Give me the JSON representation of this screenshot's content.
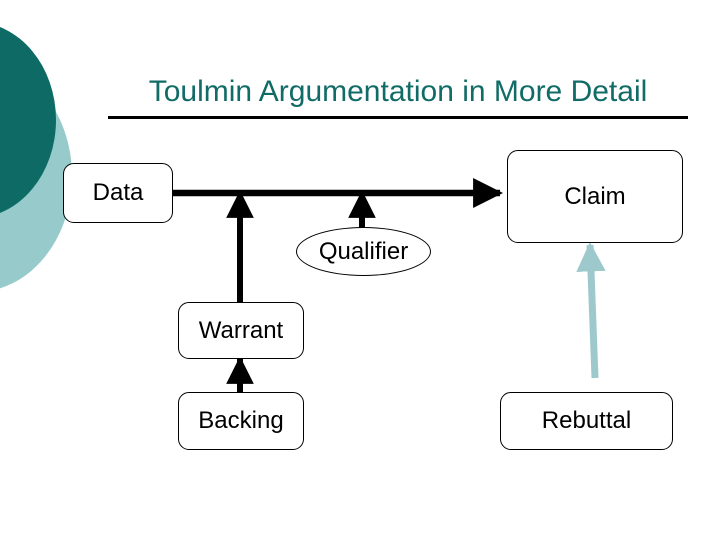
{
  "slide": {
    "title": "Toulmin Argumentation in More Detail",
    "title_color": "#116b66",
    "background_color": "#ffffff",
    "rule_color": "#000000"
  },
  "decor": {
    "circle_dark_color": "#0e6a65",
    "circle_light_color": "#97cbcb"
  },
  "diagram": {
    "type": "flow-diagram",
    "nodes": [
      {
        "id": "data",
        "label": "Data",
        "shape": "rounded-rect"
      },
      {
        "id": "claim",
        "label": "Claim",
        "shape": "rounded-rect"
      },
      {
        "id": "qualifier",
        "label": "Qualifier",
        "shape": "ellipse"
      },
      {
        "id": "warrant",
        "label": "Warrant",
        "shape": "rounded-rect"
      },
      {
        "id": "backing",
        "label": "Backing",
        "shape": "rounded-rect"
      },
      {
        "id": "rebuttal",
        "label": "Rebuttal",
        "shape": "rounded-rect"
      }
    ],
    "edges": [
      {
        "from": "data",
        "to": "claim",
        "style": "arrow",
        "color": "#000000"
      },
      {
        "from": "warrant",
        "to": "data-claim-line",
        "style": "arrow",
        "color": "#000000"
      },
      {
        "from": "qualifier",
        "to": "data-claim-line",
        "style": "arrow",
        "color": "#000000"
      },
      {
        "from": "backing",
        "to": "warrant",
        "style": "arrow",
        "color": "#000000"
      },
      {
        "from": "rebuttal",
        "to": "claim",
        "style": "arrow",
        "color": "#9dc9cd"
      }
    ],
    "edge_color_primary": "#000000",
    "edge_color_rebuttal": "#9dc9cd"
  }
}
